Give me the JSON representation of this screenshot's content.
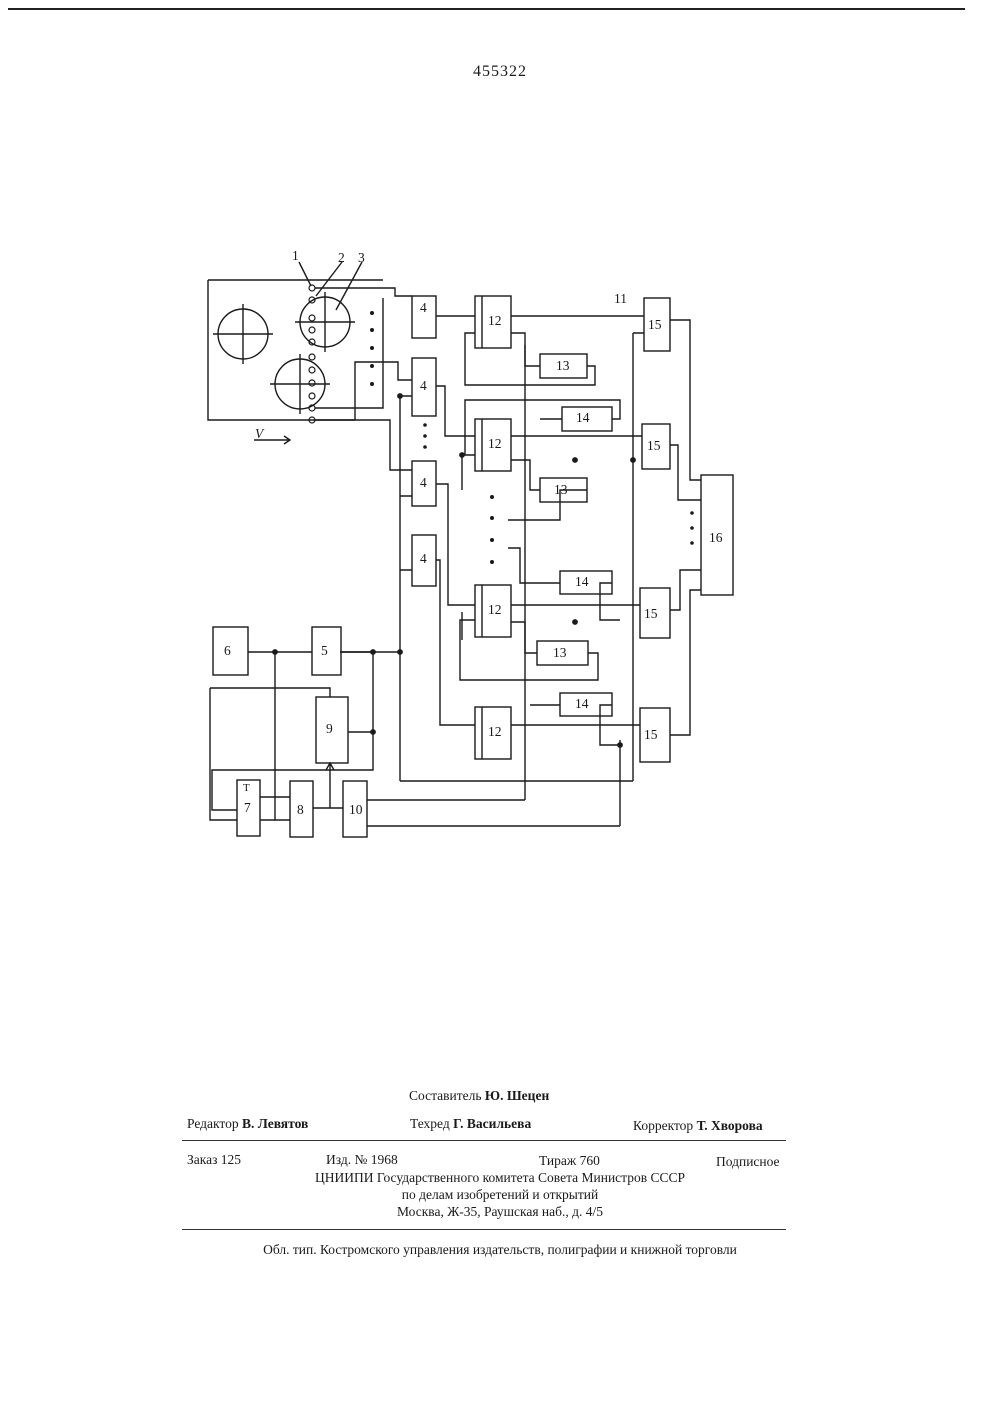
{
  "patent_number": "455322",
  "diagram": {
    "labels": {
      "1": "1",
      "2": "2",
      "3": "3",
      "4": "4",
      "5": "5",
      "6": "6",
      "7": "7",
      "8": "8",
      "9": "9",
      "10": "10",
      "11": "11",
      "12": "12",
      "13": "13",
      "14": "14",
      "15": "15",
      "16": "16",
      "T": "T",
      "V": "V"
    }
  },
  "imprint": {
    "compiler_label": "Составитель",
    "compiler_name": "Ю. Шецен",
    "editor_label": "Редактор",
    "editor_name": "В. Левятов",
    "techred_label": "Техред",
    "techred_name": "Г. Васильева",
    "corrector_label": "Корректор",
    "corrector_name": "Т. Хворова",
    "order": "Заказ 125",
    "edition": "Изд. № 1968",
    "circulation": "Тираж 760",
    "subscription": "Подписное",
    "org_line1": "ЦНИИПИ Государственного комитета Совета Министров СССР",
    "org_line2": "по делам изобретений и открытий",
    "address": "Москва, Ж-35, Раушская наб., д. 4/5",
    "printer": "Обл. тип. Костромского управления издательств, полиграфии и книжной торговли"
  }
}
